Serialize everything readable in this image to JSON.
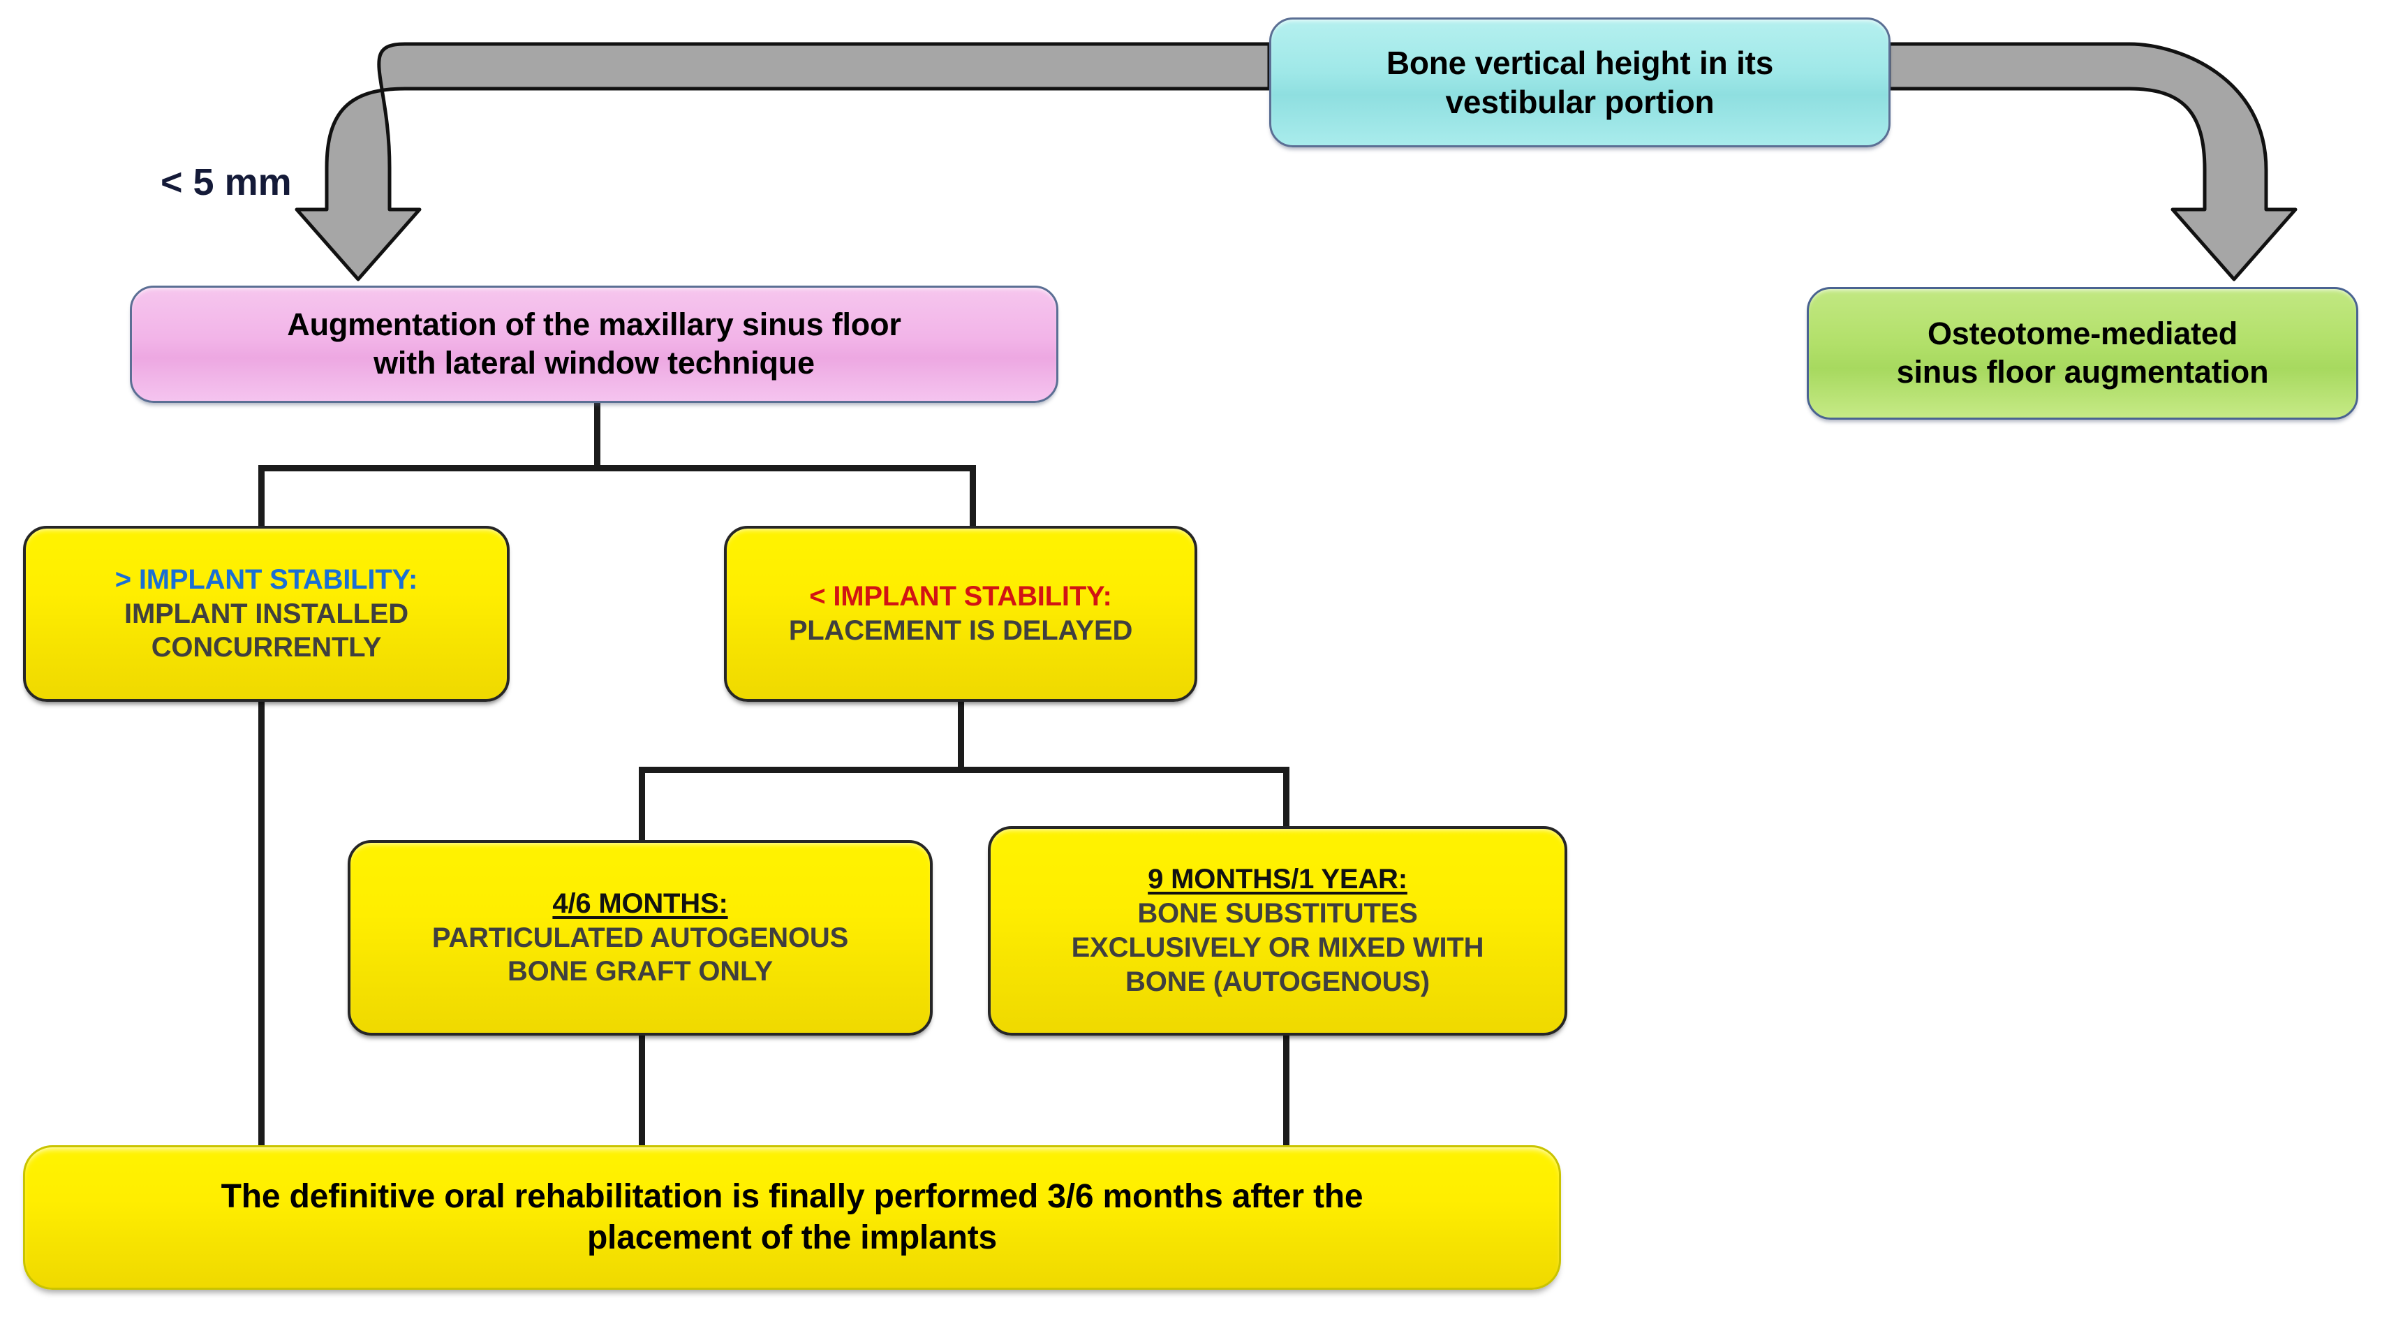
{
  "diagram": {
    "title": "Maxillary sinus floor augmentation decision flowchart",
    "colors": {
      "root_box": "#9fe8e8",
      "technique_box": "#f2b4e8",
      "alternative_box": "#b2e06a",
      "outcome_box": "#fff300",
      "arrow_gray": "#a6a6a6",
      "connector_black": "#1b1b1b",
      "accent_blue": "#1a6fd4",
      "accent_red": "#d11414",
      "label_navy": "#141a38"
    },
    "nodes": {
      "root": {
        "id": "bone-vertical-height",
        "line1": "Bone vertical height in its",
        "line2": "vestibular portion"
      },
      "lateral_window": {
        "id": "lateral-window-technique",
        "line1": "Augmentation of the maxillary sinus floor",
        "line2": "with lateral window technique"
      },
      "osteotome": {
        "id": "osteotome-mediated",
        "line1": "Osteotome-mediated",
        "line2": "sinus floor augmentation"
      },
      "high_stability": {
        "id": "greater-implant-stability",
        "heading": "> IMPLANT STABILITY:",
        "line2": "IMPLANT INSTALLED",
        "line3": "CONCURRENTLY"
      },
      "low_stability": {
        "id": "lesser-implant-stability",
        "heading": "< IMPLANT STABILITY:",
        "line2": "PLACEMENT IS DELAYED"
      },
      "four_six_months": {
        "id": "four-six-months",
        "heading": "4/6 MONTHS:",
        "line2": "PARTICULATED AUTOGENOUS",
        "line3": "BONE GRAFT ONLY"
      },
      "nine_months": {
        "id": "nine-months-one-year",
        "heading": "9 MONTHS/1 YEAR:",
        "line2": "BONE SUBSTITUTES",
        "line3": "EXCLUSIVELY OR MIXED WITH",
        "line4": "BONE (AUTOGENOUS)"
      },
      "final_rehab": {
        "id": "definitive-oral-rehabilitation",
        "line1": "The definitive oral rehabilitation is finally performed  3/6 months after the",
        "line2": "placement of the implants"
      }
    },
    "edges": {
      "left_branch_label": "< 5 mm"
    }
  }
}
